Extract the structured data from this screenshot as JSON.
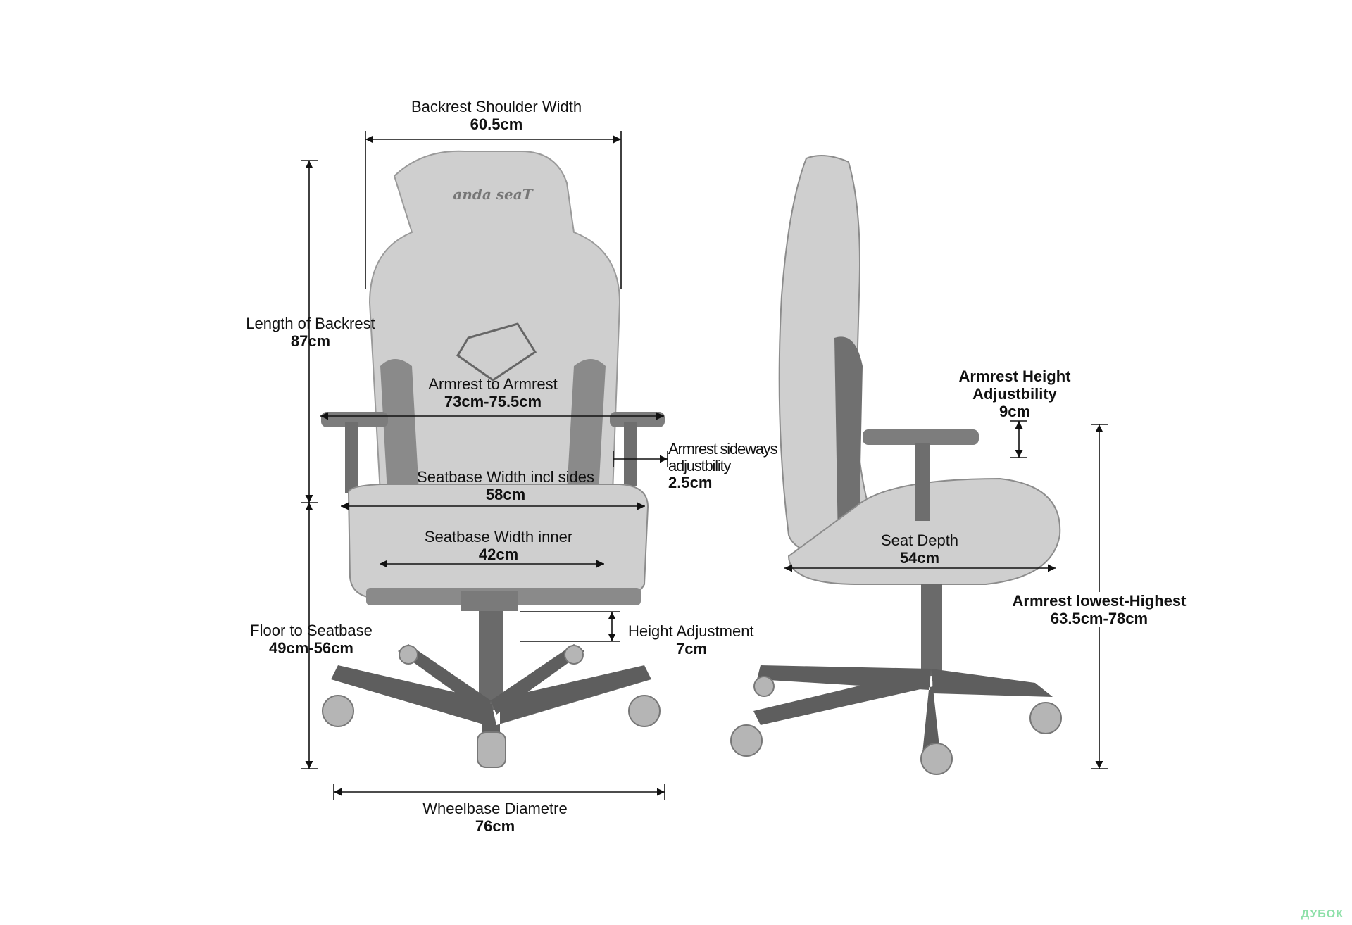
{
  "brand": {
    "backrest_logo": "anda seaT",
    "watermark": "ДУБОК"
  },
  "colors": {
    "chair_fabric": "#c9c9c9",
    "chair_dark": "#6e6e6e",
    "lines": "#111111"
  },
  "dimensions": {
    "backrest_shoulder_width": {
      "label": "Backrest Shoulder Width",
      "value": "60.5cm"
    },
    "length_of_backrest": {
      "label": "Length of Backrest",
      "value": "87cm"
    },
    "armrest_to_armrest": {
      "label": "Armrest to Armrest",
      "value": "73cm-75.5cm"
    },
    "armrest_sideways": {
      "label_line1": "Armrest sideways",
      "label_line2": "adjustbility",
      "value": "2.5cm"
    },
    "seatbase_width_incl_sides": {
      "label": "Seatbase Width incl sides",
      "value": "58cm"
    },
    "seatbase_width_inner": {
      "label": "Seatbase Width inner",
      "value": "42cm"
    },
    "floor_to_seatbase": {
      "label": "Floor to Seatbase",
      "value": "49cm-56cm"
    },
    "height_adjustment": {
      "label": "Height Adjustment",
      "value": "7cm"
    },
    "wheelbase_diametre": {
      "label": "Wheelbase Diametre",
      "value": "76cm"
    },
    "armrest_height_adjustbility": {
      "label_line1": "Armrest Height",
      "label_line2": "Adjustbility",
      "value": "9cm"
    },
    "seat_depth": {
      "label": "Seat Depth",
      "value": "54cm"
    },
    "armrest_lowest_highest": {
      "label": "Armrest lowest-Highest",
      "value": "63.5cm-78cm"
    }
  }
}
